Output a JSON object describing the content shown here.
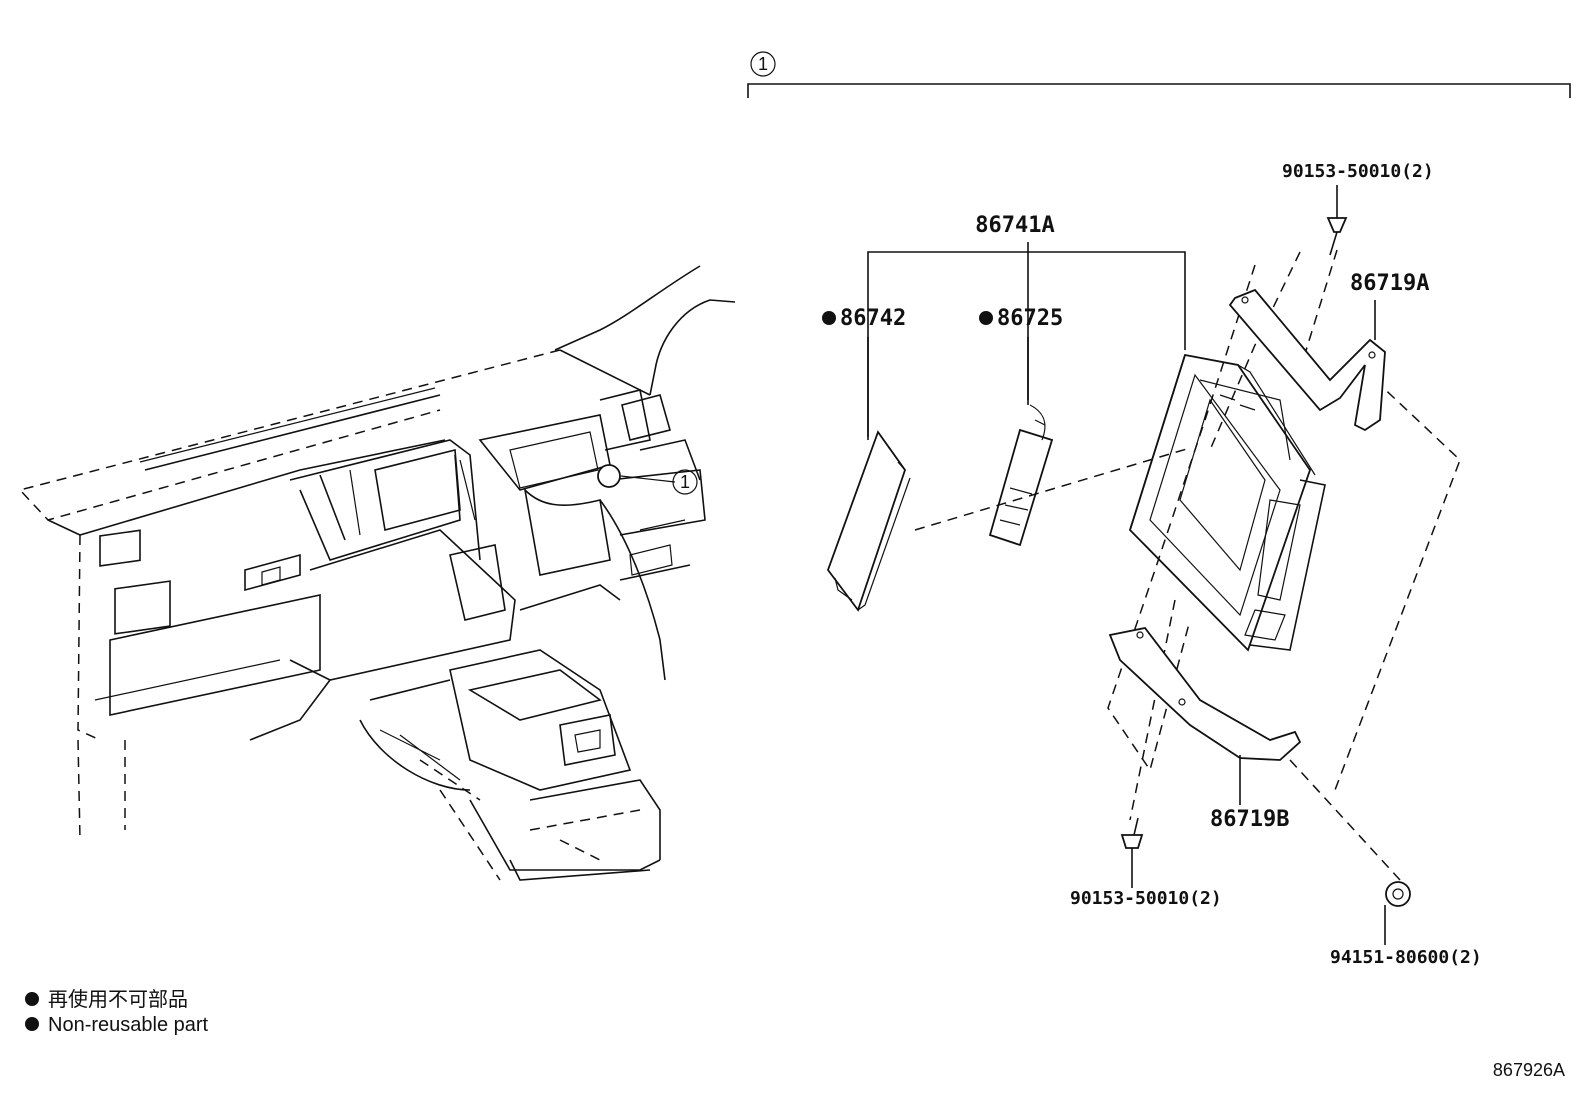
{
  "diagram": {
    "assembly_ref": "1",
    "assembly_ref_inset": "1",
    "parts": {
      "p86741A": "86741A",
      "p86742": "86742",
      "p86725": "86725",
      "p86719A": "86719A",
      "p86719B": "86719B",
      "screw_top": "90153-50010(2)",
      "screw_bottom": "90153-50010(2)",
      "clip": "94151-80600(2)"
    },
    "legend": {
      "jp": "再使用不可部品",
      "en": "Non-reusable part"
    },
    "figure_code": "867926A"
  }
}
